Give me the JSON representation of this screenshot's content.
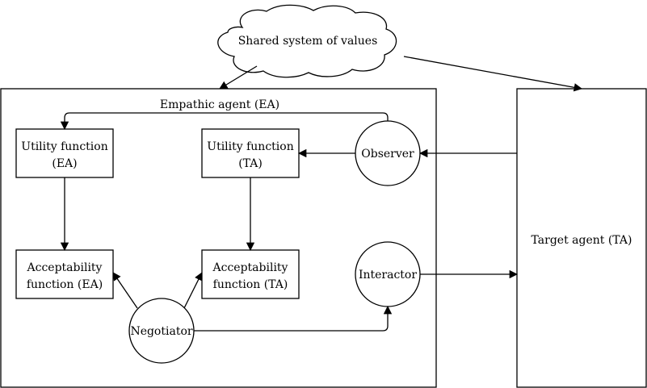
{
  "cloud": {
    "label": "Shared system of values"
  },
  "empathic_agent": {
    "title": "Empathic agent (EA)",
    "utility_ea": [
      "Utility function",
      "(EA)"
    ],
    "utility_ta": [
      "Utility function",
      "(TA)"
    ],
    "accept_ea": [
      "Acceptability",
      "function (EA)"
    ],
    "accept_ta": [
      "Acceptability",
      "function (TA)"
    ],
    "observer": "Observer",
    "interactor": "Interactor",
    "negotiator": "Negotiator"
  },
  "target_agent": {
    "label": "Target agent (TA)"
  }
}
